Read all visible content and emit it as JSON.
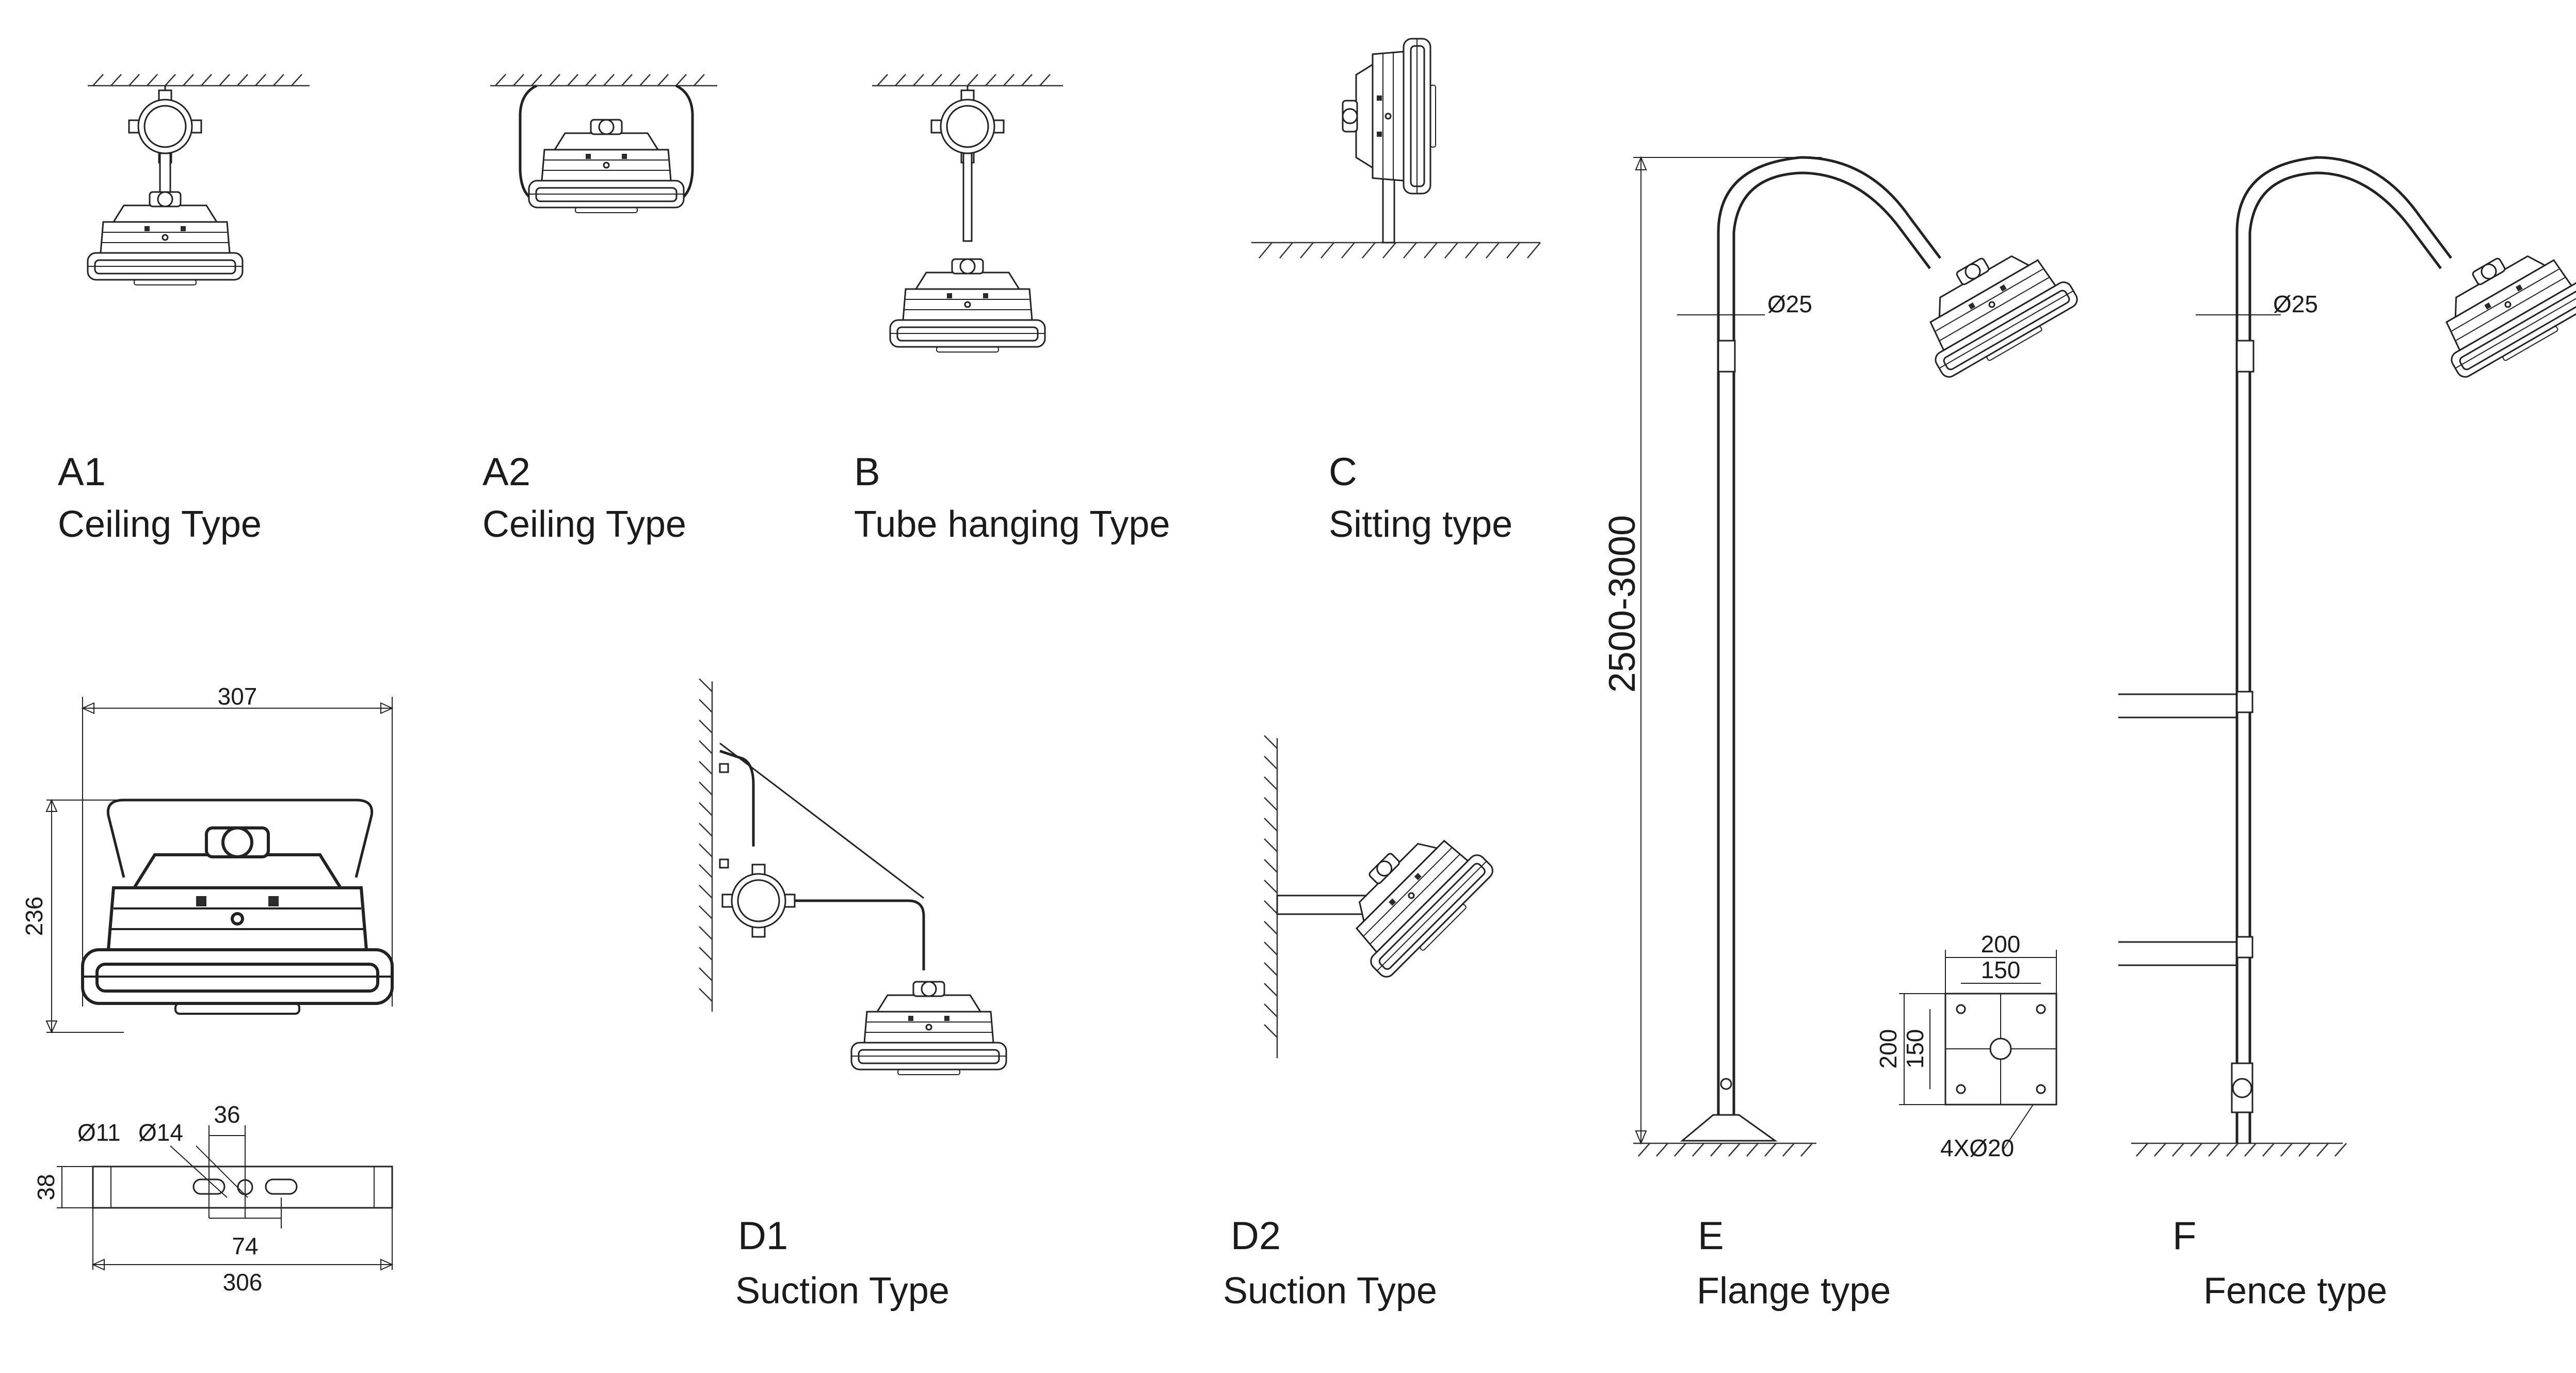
{
  "installations": {
    "a1": {
      "code": "A1",
      "name": "Ceiling  Type"
    },
    "a2": {
      "code": "A2",
      "name": "Ceiling  Type"
    },
    "b": {
      "code": "B",
      "name": "Tube hanging Type"
    },
    "c": {
      "code": "C",
      "name": "Sitting type"
    },
    "d1": {
      "code": "D1",
      "name": "Suction Type"
    },
    "d2": {
      "code": "D2",
      "name": "Suction Type"
    },
    "e": {
      "code": "E",
      "name": "Flange type"
    },
    "f": {
      "code": "F",
      "name": "Fence type"
    }
  },
  "dimensions": {
    "front_view": {
      "width": "307",
      "height": "236"
    },
    "mount_bar": {
      "hole_small": "Ø11",
      "hole_large": "Ø14",
      "slot_offset": "36",
      "height": "38",
      "slot_spacing": "74",
      "length": "306"
    },
    "flange_pole": {
      "height": "2500-3000",
      "tube_diameter": "Ø25"
    },
    "flange_plate": {
      "outer_width": "200",
      "inner_width": "150",
      "outer_height": "200",
      "inner_height": "150",
      "holes": "4XØ20"
    },
    "fence_pole": {
      "tube_diameter": "Ø25"
    }
  }
}
